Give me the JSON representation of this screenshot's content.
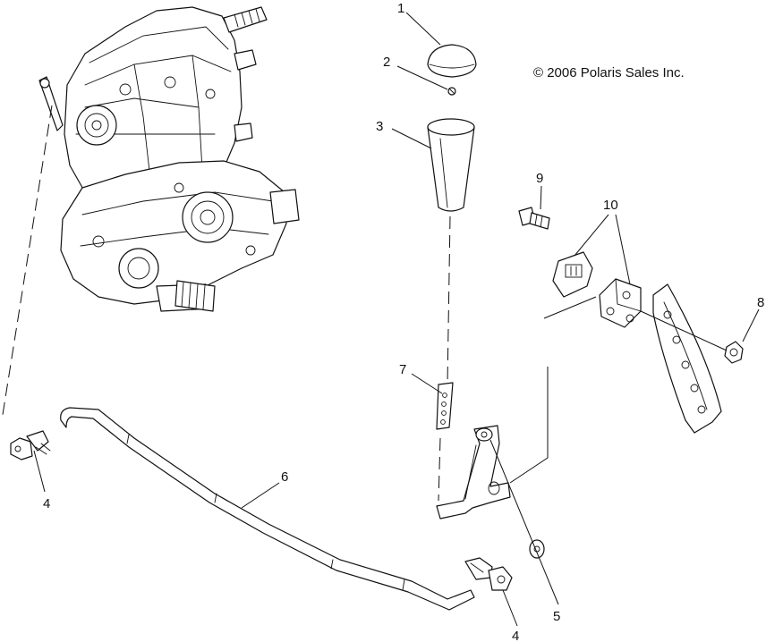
{
  "copyright": "© 2006 Polaris Sales Inc.",
  "callouts": {
    "c1": "1",
    "c2": "2",
    "c3": "3",
    "c4a": "4",
    "c4b": "4",
    "c5": "5",
    "c6": "6",
    "c7": "7",
    "c8": "8",
    "c9": "9",
    "c10": "10"
  },
  "parts": [
    {
      "callout": "1",
      "icon": "knob-cap-icon"
    },
    {
      "callout": "2",
      "icon": "small-screw-icon"
    },
    {
      "callout": "3",
      "icon": "shift-knob-icon"
    },
    {
      "callout": "4",
      "icon": "cable-clip-icon"
    },
    {
      "callout": "5",
      "icon": "washer-icon"
    },
    {
      "callout": "6",
      "icon": "shift-rod-icon"
    },
    {
      "callout": "7",
      "icon": "shift-lever-icon"
    },
    {
      "callout": "8",
      "icon": "nut-icon"
    },
    {
      "callout": "9",
      "icon": "bolt-icon"
    },
    {
      "callout": "10",
      "icon": "bushing-icon"
    }
  ]
}
